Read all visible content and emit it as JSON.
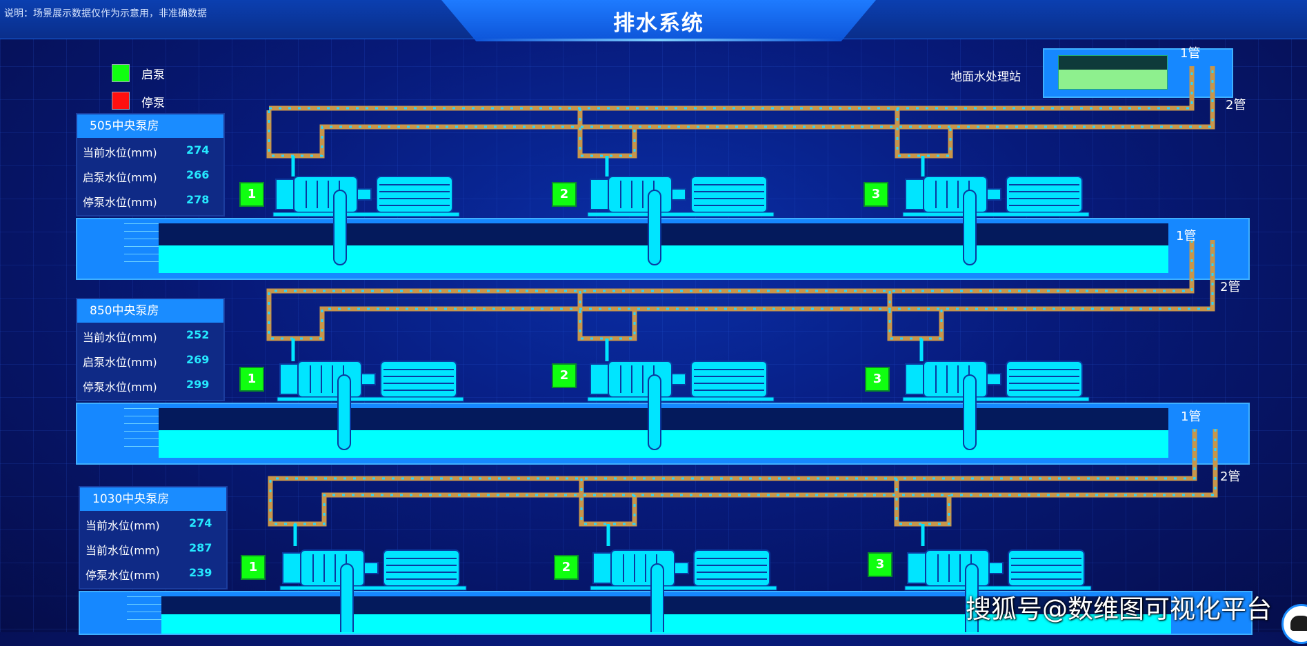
{
  "header": {
    "note": "说明：场景展示数据仅作为示意用，非准确数据",
    "title": "排水系统"
  },
  "legend": [
    {
      "label": "启泵",
      "color": "#10ff10"
    },
    {
      "label": "停泵",
      "color": "#ff1010"
    }
  ],
  "station": {
    "label": "地面水处理站"
  },
  "pipe_labels": {
    "pipe1": "1管",
    "pipe2": "2管"
  },
  "pump_rooms": [
    {
      "name": "505中央泵房",
      "rows": [
        {
          "label": "当前水位(mm)",
          "value": "274"
        },
        {
          "label": "启泵水位(mm)",
          "value": "266"
        },
        {
          "label": "停泵水位(mm)",
          "value": "278"
        }
      ],
      "pumps": [
        "1",
        "2",
        "3"
      ]
    },
    {
      "name": "850中央泵房",
      "rows": [
        {
          "label": "当前水位(mm)",
          "value": "252"
        },
        {
          "label": "启泵水位(mm)",
          "value": "269"
        },
        {
          "label": "停泵水位(mm)",
          "value": "299"
        }
      ],
      "pumps": [
        "1",
        "2",
        "3"
      ]
    },
    {
      "name": "1030中央泵房",
      "rows": [
        {
          "label": "当前水位(mm)",
          "value": "274"
        },
        {
          "label": "当前水位(mm)",
          "value": "287"
        },
        {
          "label": "停泵水位(mm)",
          "value": "239"
        }
      ],
      "pumps": [
        "1",
        "2",
        "3"
      ]
    }
  ],
  "watermark": "搜狐号@数维图可视化平台",
  "colors": {
    "running": "#10ff10",
    "stopped": "#ff1010",
    "water": "#00ffff",
    "pipe": "#c8964a",
    "accent": "#1a8cff"
  }
}
